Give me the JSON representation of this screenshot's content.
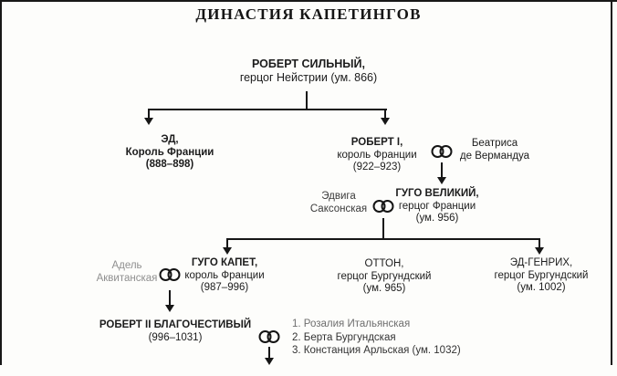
{
  "title": "ДИНАСТИЯ КАПЕТИНГОВ",
  "persons": {
    "robert_strong": {
      "name": "РОБЕРТ СИЛЬНЫЙ,",
      "desc": "герцог Нейстрии (ум. 866)"
    },
    "ed": {
      "name": "ЭД,",
      "desc": "Король Франции",
      "dates": "(888–898)"
    },
    "robert1": {
      "name": "РОБЕРТ I,",
      "desc": "король Франции",
      "dates": "(922–923)"
    },
    "beatrice": {
      "line1": "Беатриса",
      "line2": "де Вермандуа"
    },
    "edwiga": {
      "line1": "Эдвига",
      "line2": "Саксонская"
    },
    "hugo_great": {
      "name": "ГУГО ВЕЛИКИЙ,",
      "desc": "герцог Франции",
      "dates": "(ум. 956)"
    },
    "adel": {
      "line1": "Адель",
      "line2": "Аквитанская"
    },
    "hugo_capet": {
      "name": "ГУГО КАПЕТ,",
      "desc": "король Франции",
      "dates": "(987–996)"
    },
    "otton": {
      "name": "ОТТОН,",
      "desc": "герцог Бургундский",
      "dates": "(ум. 965)"
    },
    "ed_henrikh": {
      "name": "ЭД-ГЕНРИХ,",
      "desc": "герцог Бургундский",
      "dates": "(ум. 1002)"
    },
    "robert2": {
      "name": "РОБЕРТ II БЛАГОЧЕСТИВЫЙ",
      "dates": "(996–1031)"
    }
  },
  "wives": [
    "1. Розалия Итальянская",
    "2. Берта Бургундская",
    "3. Констанция Арльская (ум. 1032)"
  ],
  "icons": {
    "marriage": "two-interlocked-rings",
    "descent": "down-arrow"
  },
  "colors": {
    "ink": "#1c1c1c",
    "faded": "#8f8f8f",
    "paper": "#fdfdfb"
  }
}
